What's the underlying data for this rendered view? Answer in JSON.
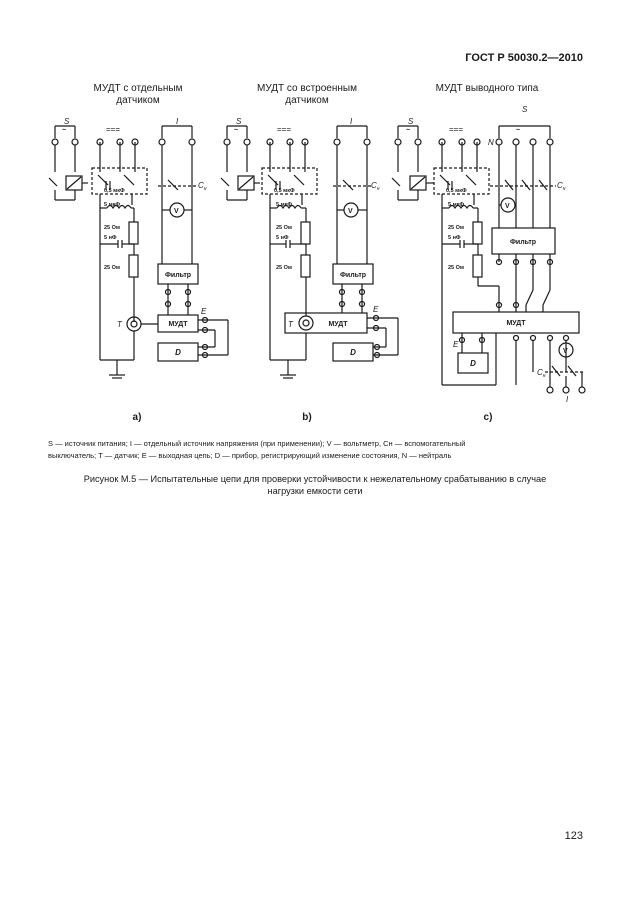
{
  "header": {
    "standard": "ГОСТ Р 50030.2—2010"
  },
  "figure": {
    "titles": [
      "МУДТ с отдельным датчиком",
      "МУДТ со встроенным датчиком",
      "МУДТ выводного типа"
    ],
    "panel_labels": [
      "a)",
      "b)",
      "c)"
    ],
    "symbols": {
      "S": "S",
      "I": "I",
      "N": "N",
      "T": "T",
      "E": "E",
      "D": "D",
      "V": "V",
      "Cn": "C",
      "Cn_sub": "н",
      "tilde": "~",
      "dc": "==="
    },
    "components": {
      "cap_main": "0,5 мкФ",
      "cap_small": "5 мкФ",
      "res1": "25 Ом",
      "cap_nf": "5 нФ",
      "res2": "25 Ом",
      "filter": "Фильтр",
      "rcd": "МУДТ"
    }
  },
  "legend": {
    "line1": "S — источник питания;  I — отдельный источник напряжения (при применении); V — вольтметр, Cн — вспомогательный",
    "line2": "выключатель; T — датчик; E — выходная цепь; D — прибор, регистрирующий изменение состояния, N — нейтраль"
  },
  "caption": {
    "line1": "Рисунок М.5 — Испытательные цепи для проверки устойчивости к нежелательному срабатыванию в случае",
    "line2": "нагрузки емкости сети"
  },
  "page_number": "123"
}
